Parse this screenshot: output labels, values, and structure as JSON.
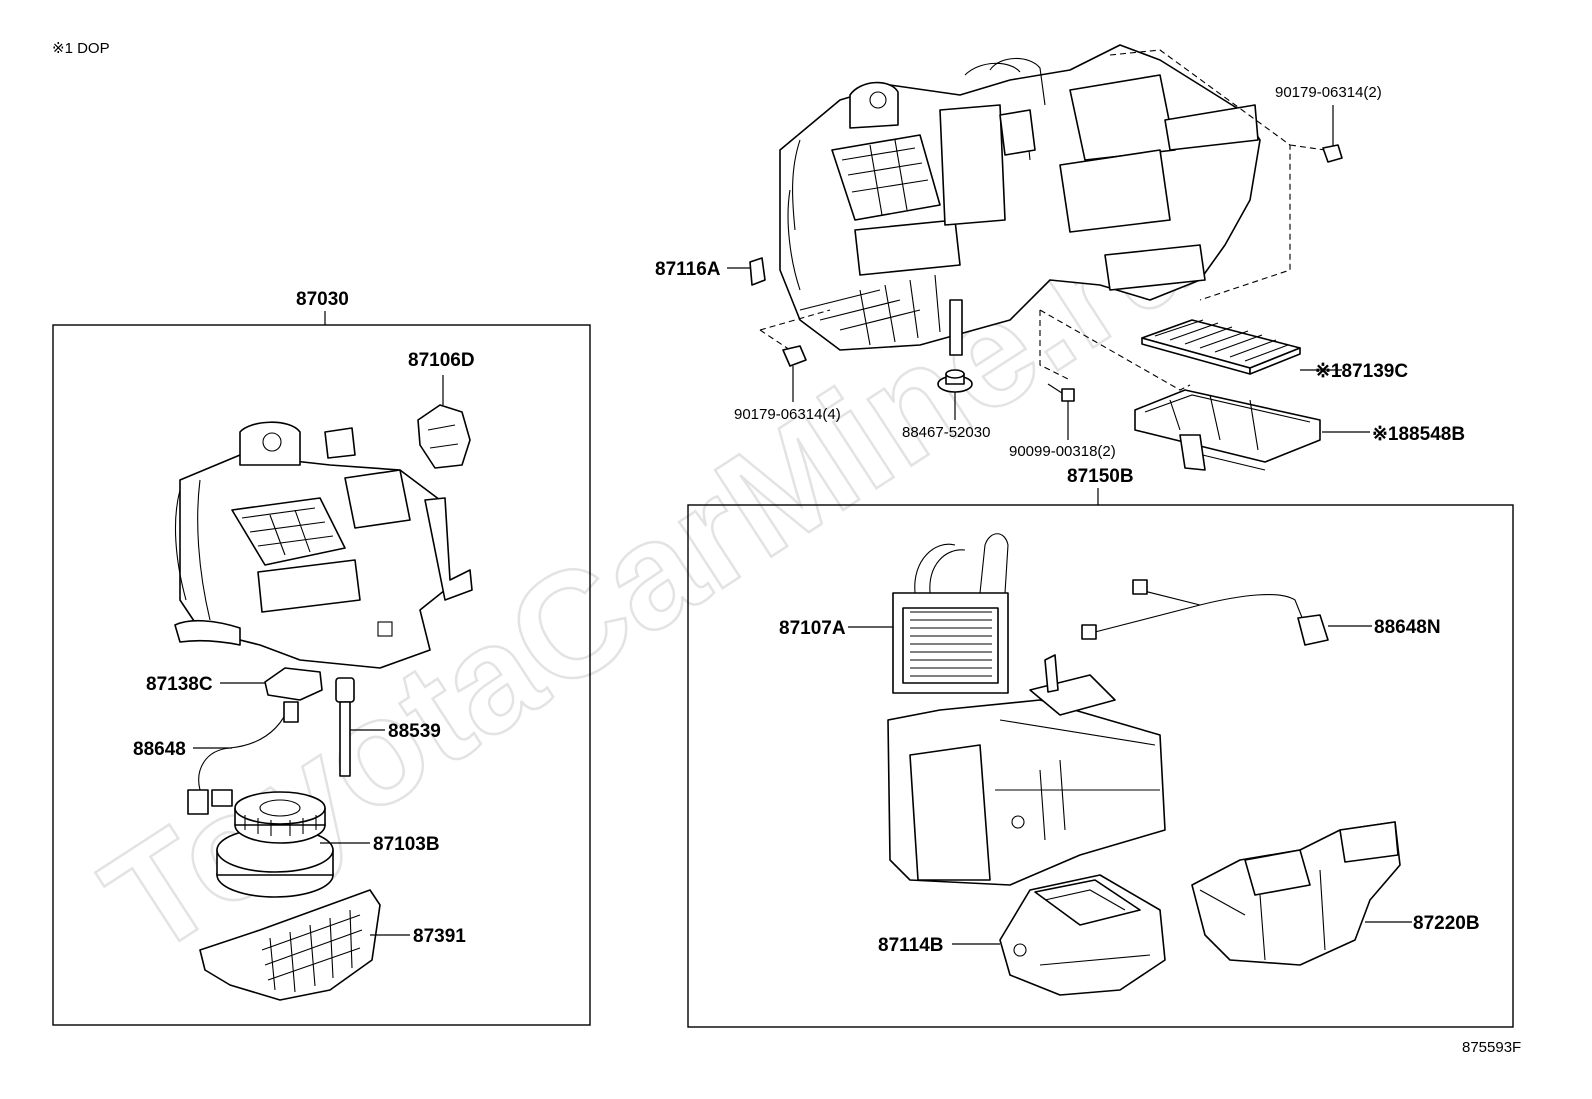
{
  "note": "※1 DOP",
  "watermark": "ToyotaCarMine.ru",
  "diagram_code": "875593F",
  "groups": {
    "left_assembly": "87030",
    "right_assembly": "87150B"
  },
  "parts": {
    "p87106D": "87106D",
    "p87138C": "87138C",
    "p88648": "88648",
    "p88539": "88539",
    "p87103B": "87103B",
    "p87391": "87391",
    "p87116A": "87116A",
    "p90179_4": "90179-06314(4)",
    "p88467": "88467-52030",
    "p90099": "90099-00318(2)",
    "p90179_2": "90179-06314(2)",
    "p87139C": "※187139C",
    "p88548B": "※188548B",
    "p87107A": "87107A",
    "p88648N": "88648N",
    "p87114B": "87114B",
    "p87220B": "87220B"
  }
}
